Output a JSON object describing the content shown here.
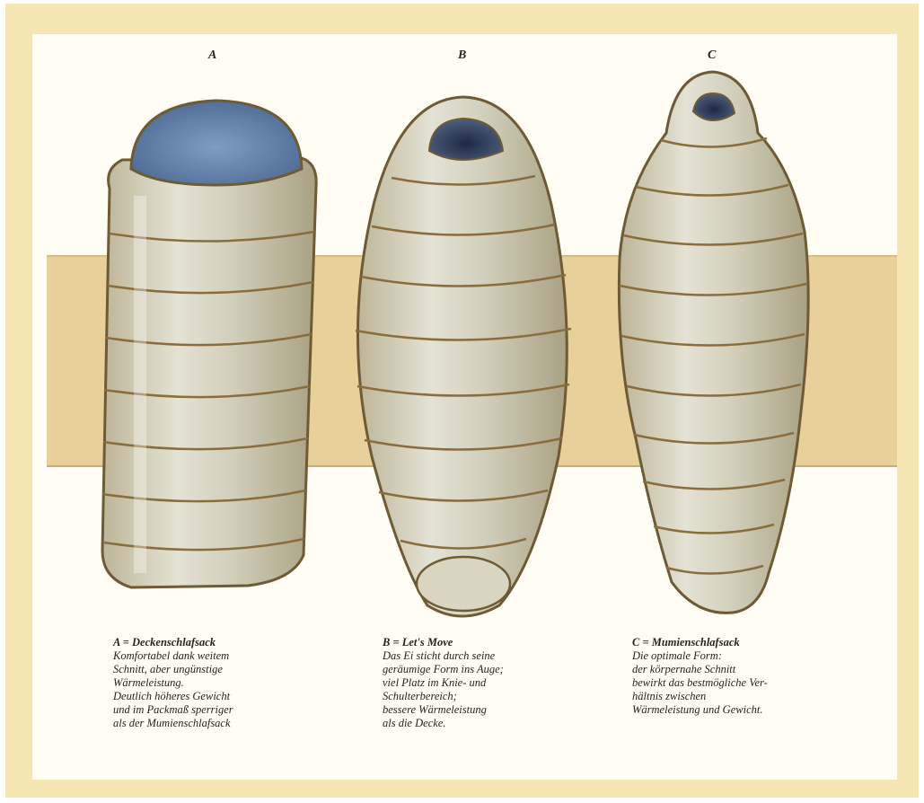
{
  "figures": [
    {
      "letter": "A",
      "heading": "A = Deckenschlafsack",
      "lines": [
        "Komfortabel dank weitem",
        "Schnitt, aber ungünstige",
        "Wärmeleistung.",
        "Deutlich höheres Gewicht",
        "und im Packmaß sperriger",
        "als der Mumienschlafsack"
      ]
    },
    {
      "letter": "B",
      "heading": "B = Let's Move",
      "lines": [
        "Das Ei sticht durch seine",
        "geräumige Form ins Auge;",
        "viel Platz im Knie- und",
        "Schulterbereich;",
        "bessere Wärmeleistung",
        "als die Decke."
      ]
    },
    {
      "letter": "C",
      "heading": "C = Mumienschlafsack",
      "lines": [
        "Die optimale Form:",
        "der körpernahe Schnitt",
        "bewirkt das bestmögliche Ver-",
        "hältnis zwischen",
        "Wärmeleistung und Gewicht."
      ]
    }
  ],
  "colors": {
    "frame": "#f6e6b4",
    "panel": "#fffdf4",
    "band": "#e7d09a",
    "bag_fill": "#d6d2bc",
    "bag_outline": "#6e5a34",
    "hood_blue": "#5f7fa8",
    "hood_dark": "#2c3a56"
  }
}
